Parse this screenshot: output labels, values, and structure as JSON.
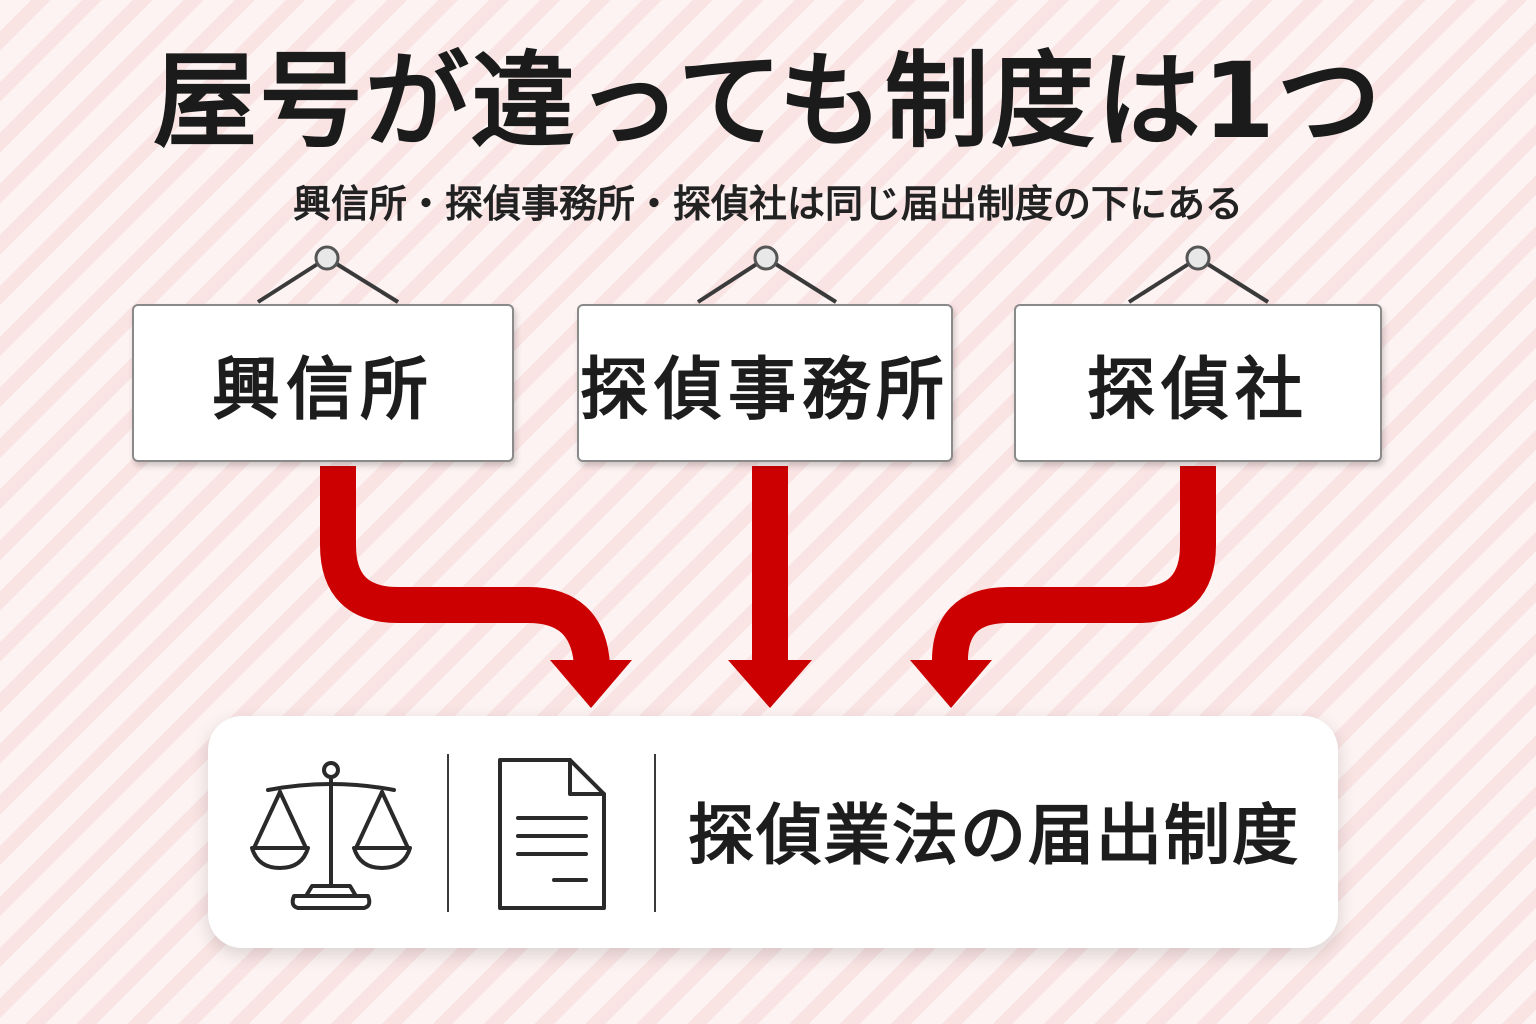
{
  "title": "屋号が違っても制度は1つ",
  "subtitle": "興信所・探偵事務所・探偵社は同じ届出制度の下にある",
  "signs": [
    {
      "label": "興信所"
    },
    {
      "label": "探偵事務所"
    },
    {
      "label": "探偵社"
    }
  ],
  "system": {
    "label": "探偵業法の届出制度"
  },
  "colors": {
    "arrow": "#cc0000",
    "text": "#1d1d1d",
    "background": "#fdf1f1"
  },
  "icons": [
    "scale-icon",
    "document-icon",
    "arrow-icon",
    "hanging-hook-icon"
  ]
}
